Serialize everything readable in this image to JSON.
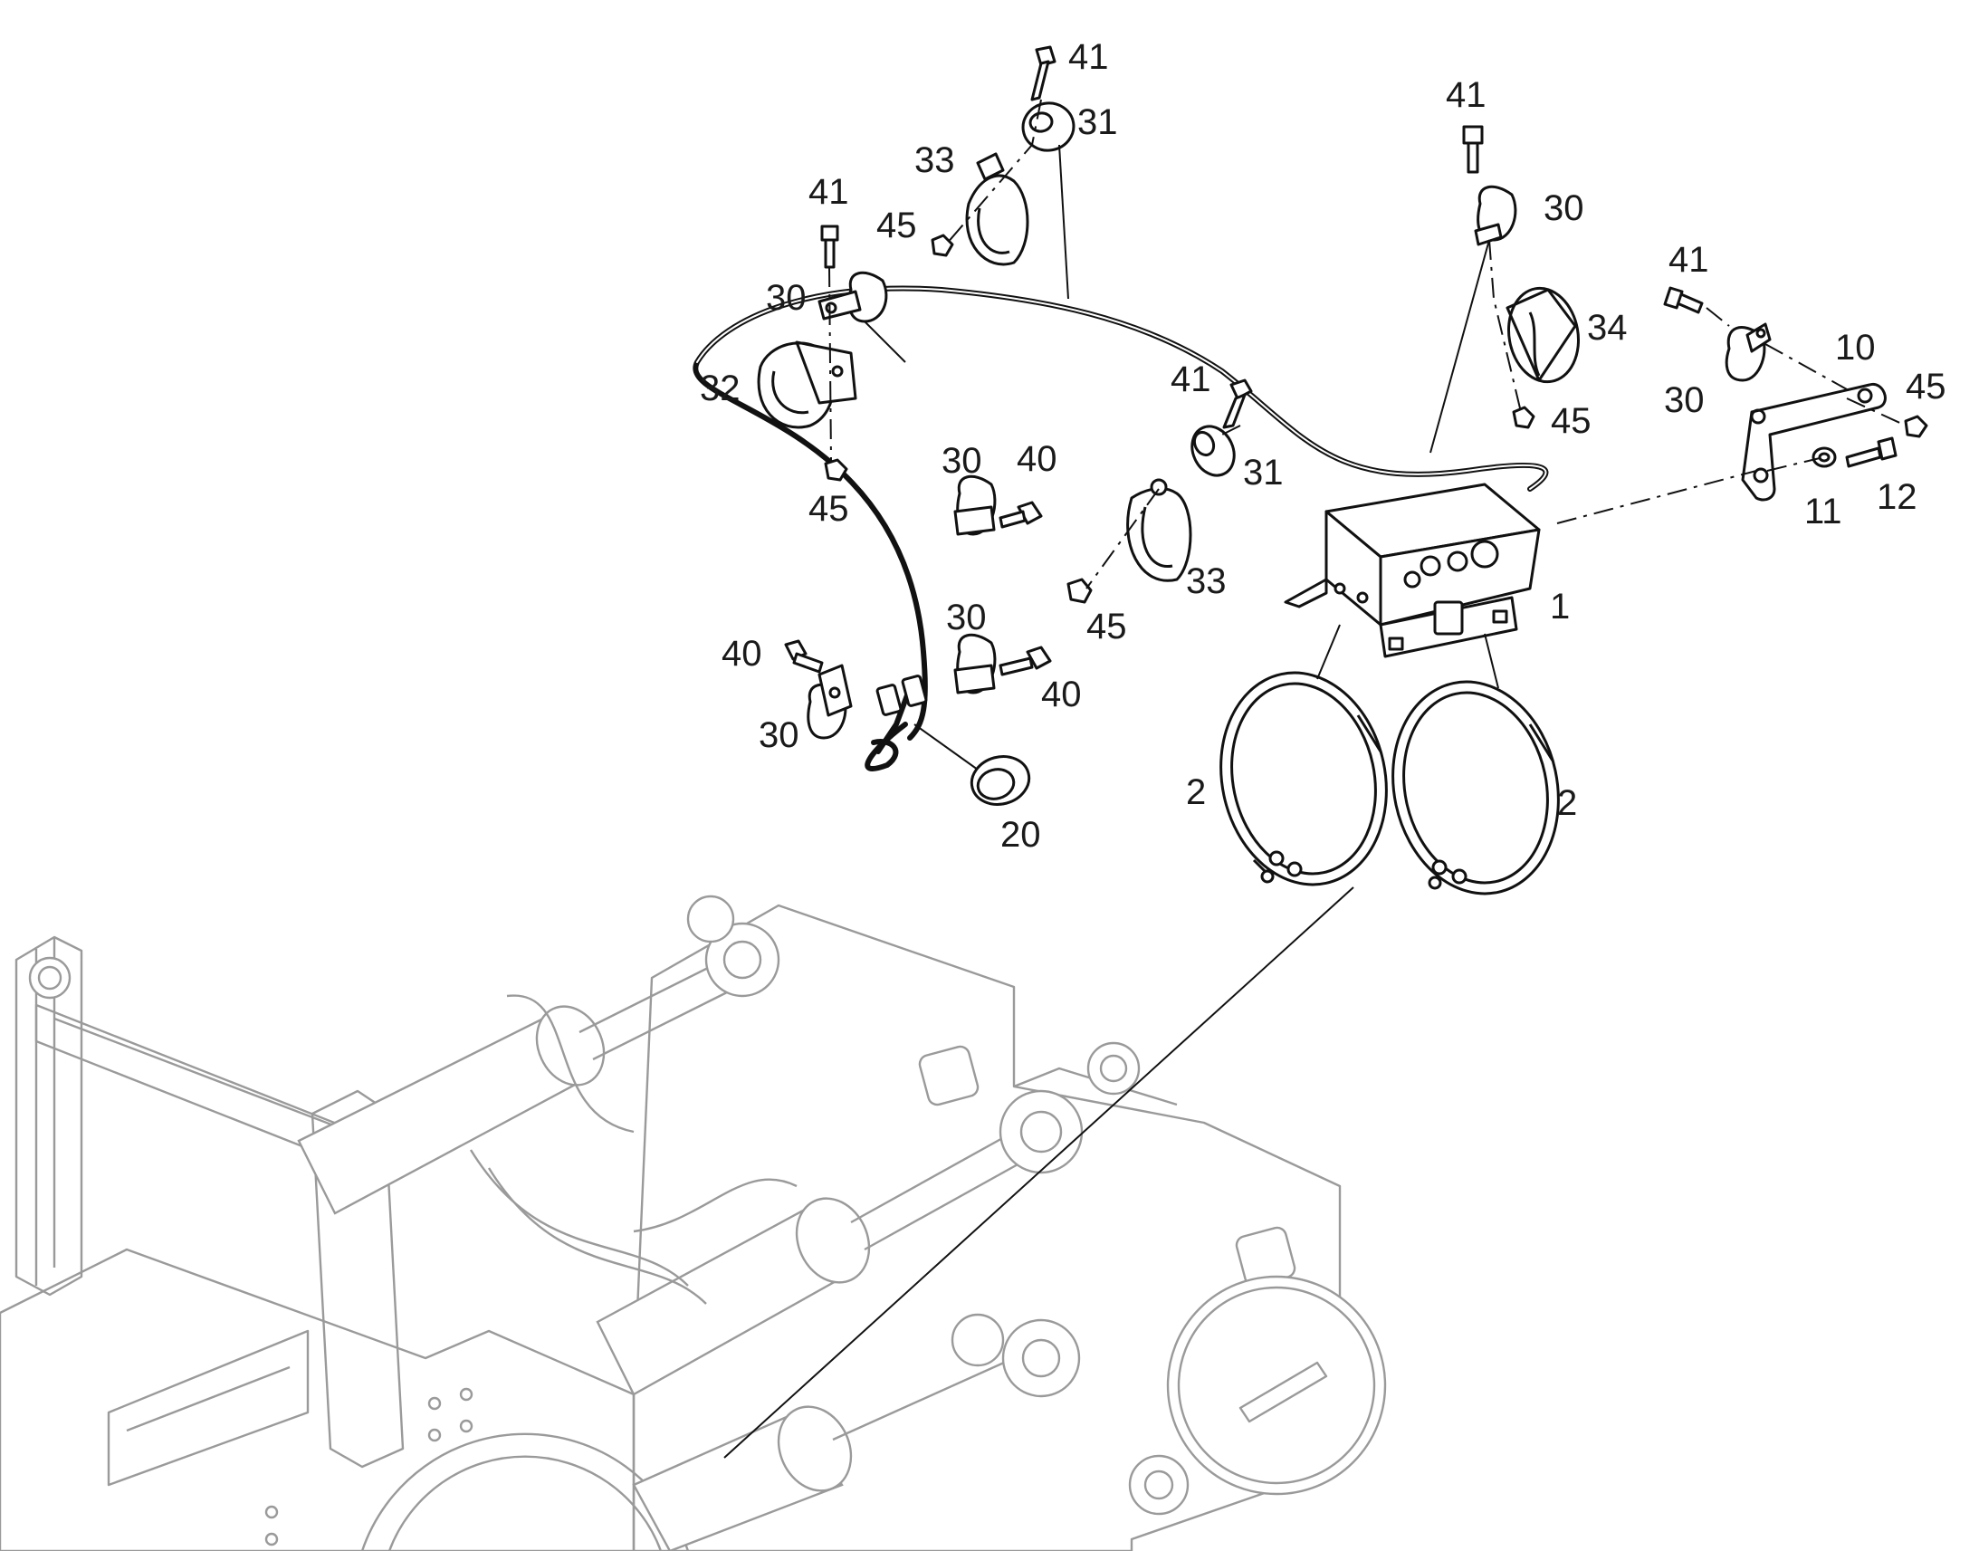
{
  "diagram": {
    "callouts": [
      {
        "id": "c41a",
        "text": "41"
      },
      {
        "id": "c31a",
        "text": "31"
      },
      {
        "id": "c33a",
        "text": "33"
      },
      {
        "id": "c45a",
        "text": "45"
      },
      {
        "id": "c41b",
        "text": "41"
      },
      {
        "id": "c30a",
        "text": "30"
      },
      {
        "id": "c32",
        "text": "32"
      },
      {
        "id": "c45b",
        "text": "45"
      },
      {
        "id": "c30b",
        "text": "30"
      },
      {
        "id": "c40a",
        "text": "40"
      },
      {
        "id": "c41c",
        "text": "41"
      },
      {
        "id": "c31b",
        "text": "31"
      },
      {
        "id": "c33b",
        "text": "33"
      },
      {
        "id": "c45c",
        "text": "45"
      },
      {
        "id": "c30c",
        "text": "30"
      },
      {
        "id": "c40b",
        "text": "40"
      },
      {
        "id": "c40c",
        "text": "40"
      },
      {
        "id": "c30d",
        "text": "30"
      },
      {
        "id": "c20",
        "text": "20"
      },
      {
        "id": "c41d",
        "text": "41"
      },
      {
        "id": "c30e",
        "text": "30"
      },
      {
        "id": "c34",
        "text": "34"
      },
      {
        "id": "c45d",
        "text": "45"
      },
      {
        "id": "c41e",
        "text": "41"
      },
      {
        "id": "c10",
        "text": "10"
      },
      {
        "id": "c45e",
        "text": "45"
      },
      {
        "id": "c30f",
        "text": "30"
      },
      {
        "id": "c11",
        "text": "11"
      },
      {
        "id": "c12",
        "text": "12"
      },
      {
        "id": "c1",
        "text": "1"
      },
      {
        "id": "c2a",
        "text": "2"
      },
      {
        "id": "c2b",
        "text": "2"
      }
    ]
  }
}
